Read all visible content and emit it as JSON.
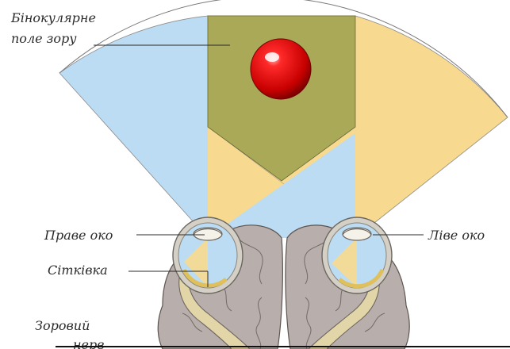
{
  "labels": {
    "binocular_line1": "Бінокулярне",
    "binocular_line2": "поле зору",
    "right_eye": "Праве око",
    "left_eye": "Ліве око",
    "retina": "Сітківка",
    "optic_nerve_line1": "Зоровий",
    "optic_nerve_line2": "нерв"
  },
  "colors": {
    "right_eye_field": "#bcdcf3",
    "left_eye_field": "#f7d98f",
    "binocular_field": "#a9a958",
    "object": "#e00000",
    "brain": "#b8aeab",
    "nerve": "#e2d6a8"
  }
}
